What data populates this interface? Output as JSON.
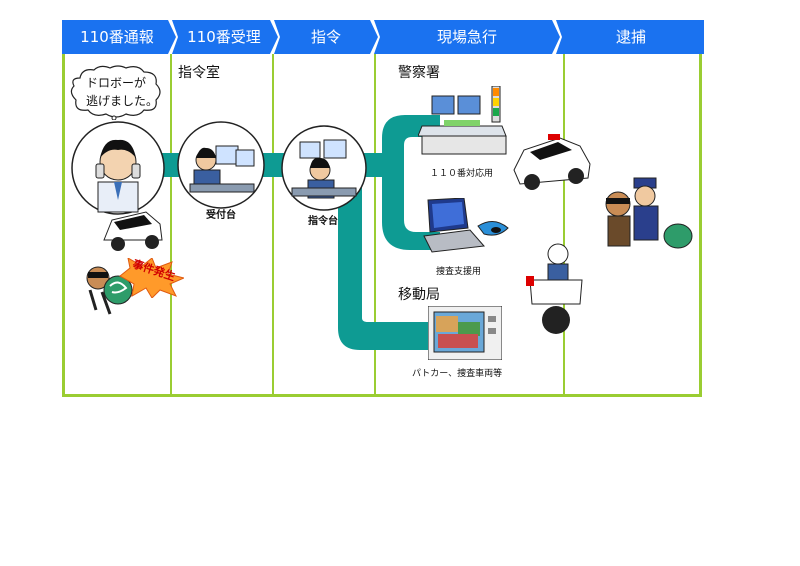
{
  "stages": [
    {
      "label": "110番通報"
    },
    {
      "label": "110番受理"
    },
    {
      "label": "指令"
    },
    {
      "label": "現場急行"
    },
    {
      "label": "逮捕"
    }
  ],
  "speech_bubble": {
    "line1": "ドロボーが",
    "line2": "逃げました。"
  },
  "incident_badge": "事件発生",
  "rooms": {
    "command_room": "指令室",
    "reception_desk": "受付台",
    "command_desk": "指令台",
    "police_station": "警察署",
    "mobile_station": "移動局"
  },
  "terminals": {
    "desk_110": "１１０番対応用",
    "investigation": "捜査支援用",
    "vehicles": "パトカー、捜査車両等"
  },
  "colors": {
    "header": "#1a72f0",
    "frame": "#9acd32",
    "pipe": "#0e9b93"
  }
}
